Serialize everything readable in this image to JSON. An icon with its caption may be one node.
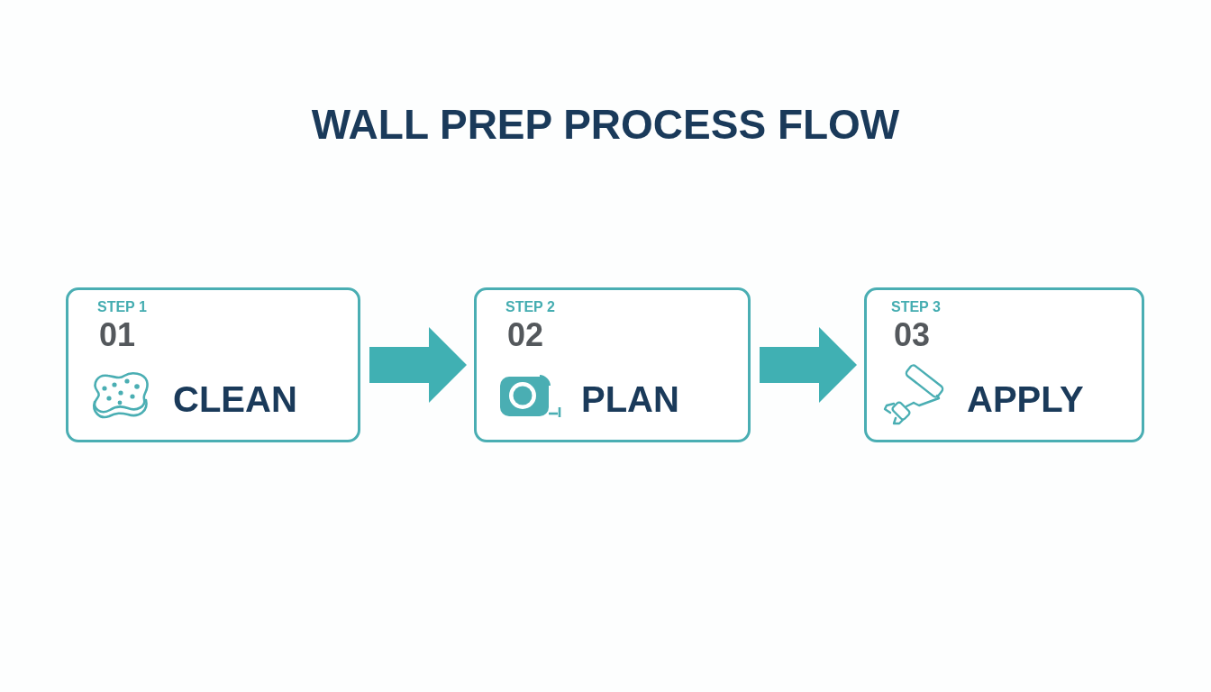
{
  "diagram": {
    "title": "WALL PREP PROCESS FLOW",
    "nodes": [
      {
        "text": [
          "STEP 1",
          "01",
          "CLEAN"
        ]
      },
      {
        "text": [
          "STEP 2",
          "02",
          "PLAN"
        ]
      },
      {
        "text": [
          "STEP 3",
          "03",
          "APPLY"
        ]
      }
    ],
    "edges": [
      {
        "from": 0,
        "to": 1,
        "arrow": "to"
      },
      {
        "from": 1,
        "to": 2,
        "arrow": "to"
      }
    ]
  }
}
